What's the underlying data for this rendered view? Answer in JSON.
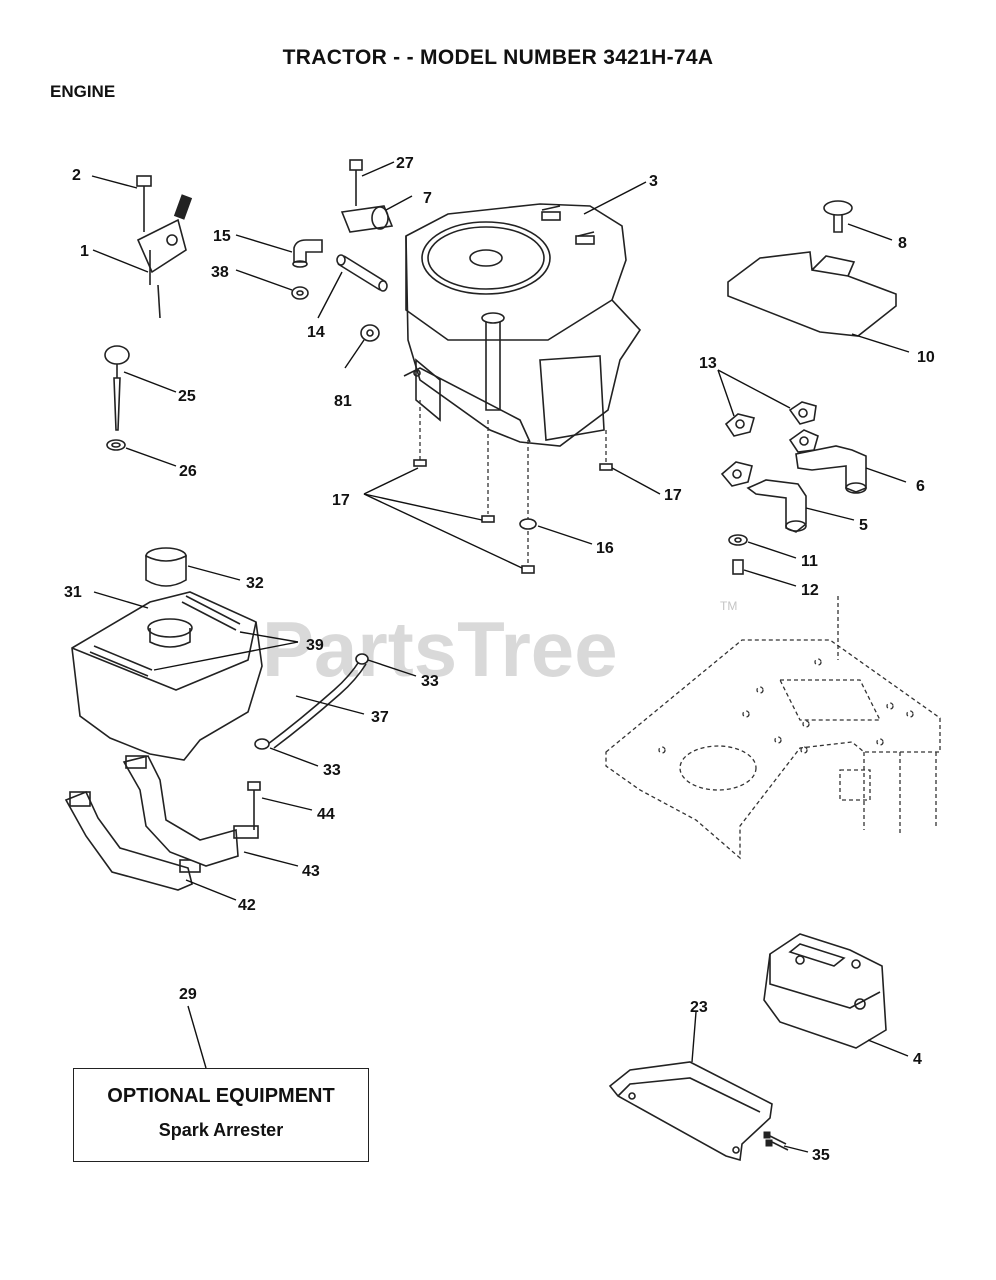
{
  "title": "TRACTOR - - MODEL NUMBER 3421H-74A",
  "section": "ENGINE",
  "watermark": "PartsTree",
  "watermark_tm": "TM",
  "optional_box": {
    "title": "OPTIONAL EQUIPMENT",
    "subtitle": "Spark Arrester"
  },
  "callouts": {
    "c1": "1",
    "c2": "2",
    "c3": "3",
    "c4": "4",
    "c5": "5",
    "c6": "6",
    "c7": "7",
    "c8": "8",
    "c10": "10",
    "c11": "11",
    "c12": "12",
    "c13": "13",
    "c14": "14",
    "c15": "15",
    "c16": "16",
    "c17a": "17",
    "c17b": "17",
    "c23": "23",
    "c25": "25",
    "c26": "26",
    "c27": "27",
    "c29": "29",
    "c31": "31",
    "c32": "32",
    "c33a": "33",
    "c33b": "33",
    "c35": "35",
    "c37": "37",
    "c38": "38",
    "c39": "39",
    "c42": "42",
    "c43": "43",
    "c44": "44",
    "c81": "81"
  },
  "colors": {
    "ink": "#111111",
    "watermark": "#d9d9d9",
    "background": "#ffffff"
  }
}
